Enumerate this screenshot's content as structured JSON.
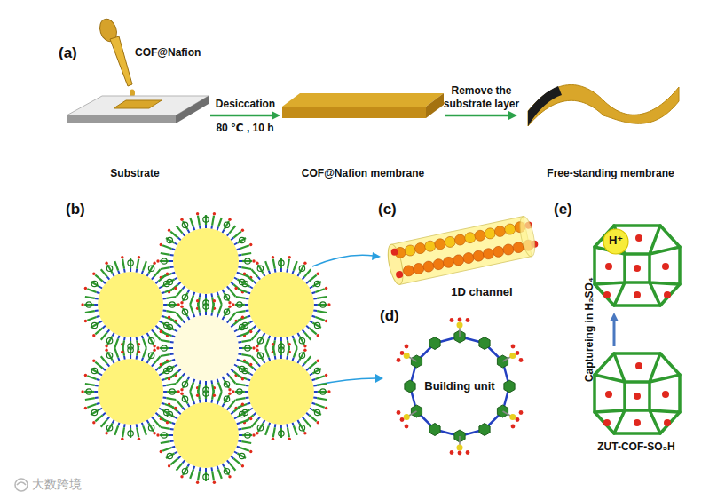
{
  "diagram": {
    "nodes": [
      {
        "text": [
          "Substrate"
        ]
      },
      {
        "text": [
          "COF@Nafion membrane"
        ]
      },
      {
        "text": [
          "Free-standing membrane"
        ]
      },
      {
        "text": [
          "1D channel"
        ]
      },
      {
        "text": [
          "Building unit"
        ]
      },
      {
        "text": [
          "H⁺"
        ]
      },
      {
        "text": [
          "ZUT-COF-SO₃H"
        ]
      }
    ],
    "edges": [
      {
        "from": 0,
        "to": 1,
        "arrow": "to",
        "label": "Desiccation"
      },
      {
        "from": 1,
        "to": 2,
        "arrow": "to",
        "label": "Remove the substrate layer"
      },
      {
        "from": 6,
        "to": 5,
        "arrow": "to",
        "label": "Captureing in H₂SO₄"
      }
    ],
    "labels": [
      "(a)",
      "COF@Nafion",
      "80 ℃ , 10 h",
      "(b)",
      "(c)",
      "(d)",
      "(e)",
      "大数跨境"
    ]
  }
}
